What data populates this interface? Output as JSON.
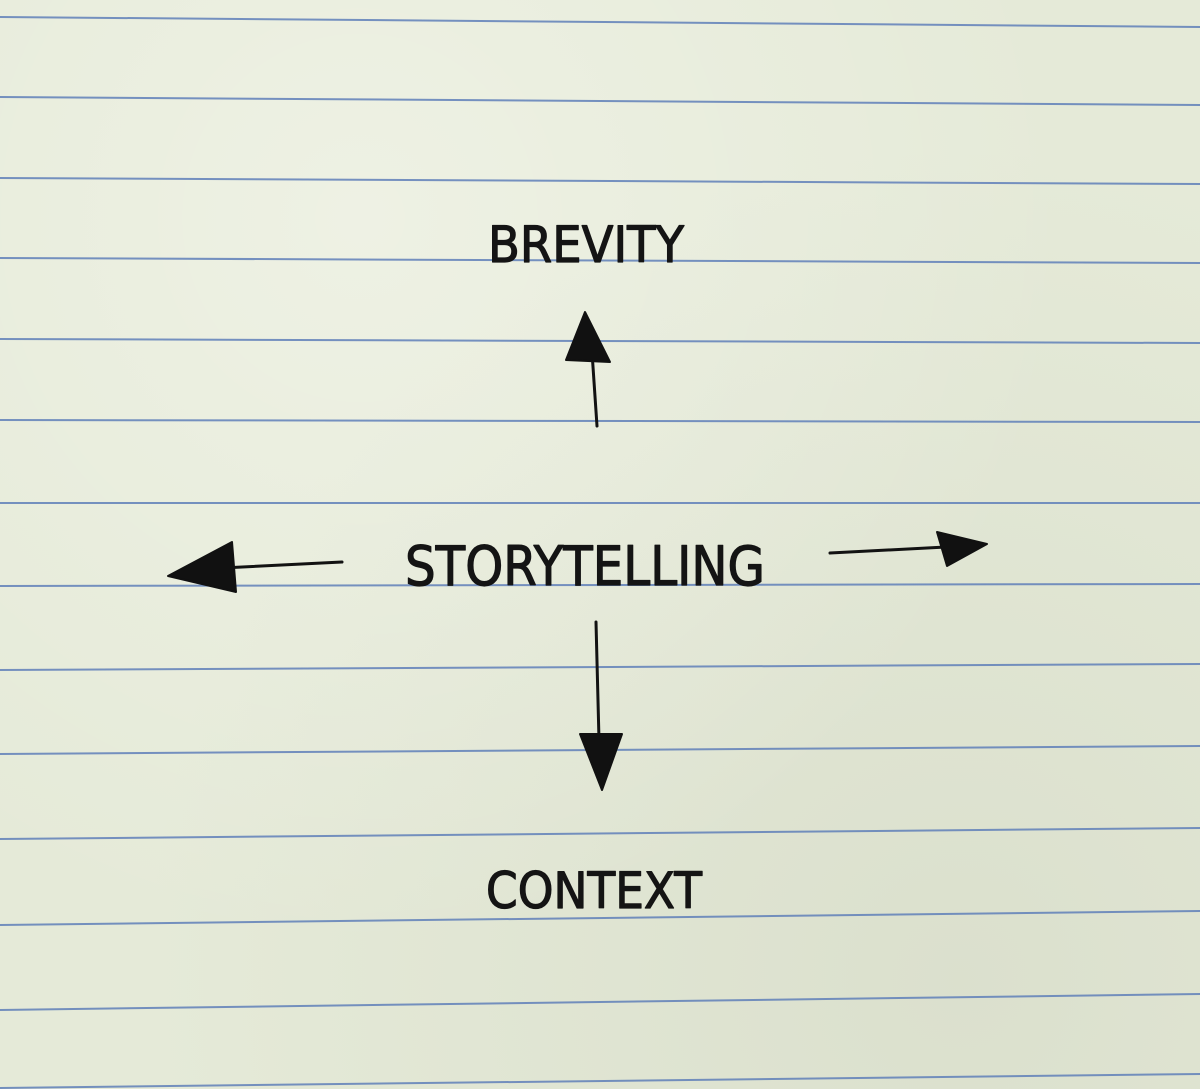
{
  "diagram": {
    "center": {
      "label": "STORYTELLING"
    },
    "top": {
      "label": "BREVITY"
    },
    "bottom": {
      "label": "CONTEXT"
    }
  },
  "colors": {
    "paper": "#e5ead8",
    "rule_lines": "#5f7fb8",
    "ink": "#141414"
  }
}
